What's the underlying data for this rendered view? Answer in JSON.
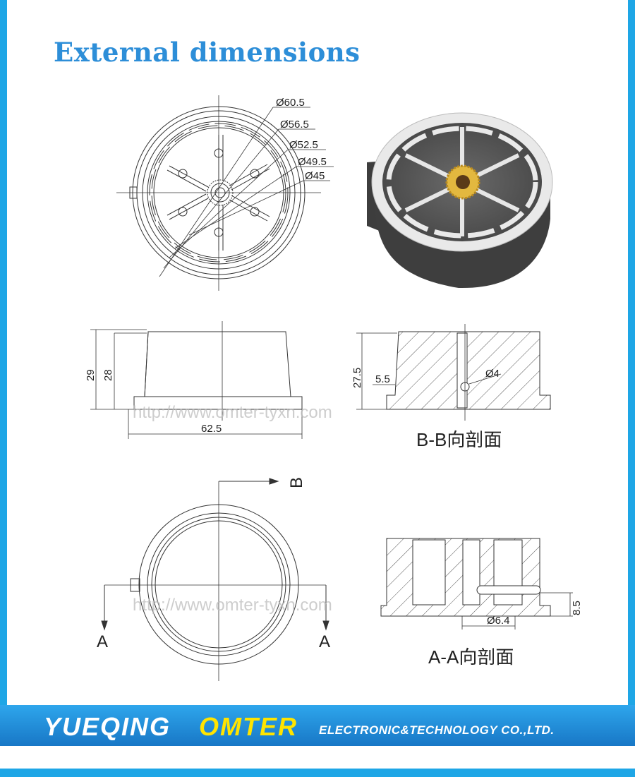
{
  "page": {
    "title": "External dimensions",
    "watermark": "http://www.omter-tyxn.com"
  },
  "top_view": {
    "dims": [
      "Ø60.5",
      "Ø56.5",
      "Ø52.5",
      "Ø49.5",
      "Ø45"
    ]
  },
  "front_view": {
    "dim_height_outer": "29",
    "dim_height_inner": "28",
    "dim_width": "62.5"
  },
  "section_bb": {
    "dim_height": "27.5",
    "dim_step": "5.5",
    "dim_hole": "Ø4",
    "label": "B-B向剖面"
  },
  "bottom_view": {
    "marker_b": "B",
    "marker_a_left": "A",
    "marker_a_right": "A"
  },
  "section_aa": {
    "dim_height": "8.5",
    "dim_hole": "Ø6.4",
    "label": "A-A向剖面"
  },
  "banner": {
    "brand1": "YUEQING",
    "brand2": "OMTER",
    "tagline": "ELECTRONIC&TECHNOLOGY  CO.,LTD."
  },
  "colors": {
    "accent": "#1ea6e6",
    "title": "#2d8ed8",
    "brand_yellow": "#ffe400"
  }
}
